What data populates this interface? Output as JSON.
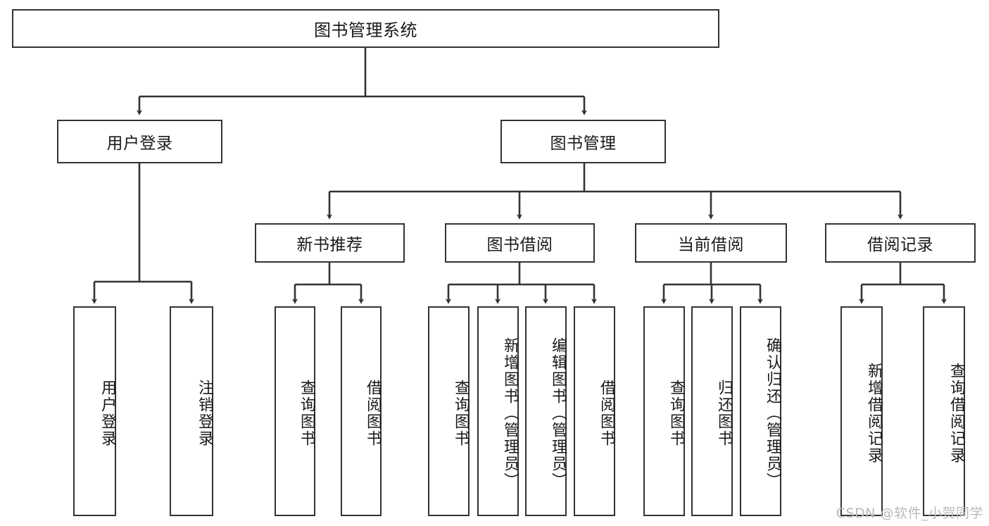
{
  "diagram": {
    "type": "tree",
    "title": "图书管理系统",
    "orientation": "top-down",
    "colors": {
      "box_border": "#333333",
      "box_fill": "#ffffff",
      "edge": "#333333",
      "text": "#1a1a1a",
      "watermark": "#b9b9b9"
    },
    "nodes": {
      "root": {
        "label": "图书管理系统"
      },
      "level2": [
        {
          "id": "user-login",
          "label": "用户登录"
        },
        {
          "id": "book-manage",
          "label": "图书管理"
        }
      ],
      "level3": [
        {
          "id": "new-book-recommend",
          "label": "新书推荐"
        },
        {
          "id": "book-borrow",
          "label": "图书借阅"
        },
        {
          "id": "current-borrow",
          "label": "当前借阅"
        },
        {
          "id": "borrow-record",
          "label": "借阅记录"
        }
      ],
      "leaves": {
        "user-login": [
          {
            "id": "user-login-leaf",
            "label": "用户登录"
          },
          {
            "id": "user-logout-leaf",
            "label": "注销登录"
          }
        ],
        "new-book-recommend": [
          {
            "id": "query-book-1",
            "label": "查询图书"
          },
          {
            "id": "borrow-book-1",
            "label": "借阅图书"
          }
        ],
        "book-borrow": [
          {
            "id": "query-book-2",
            "label": "查询图书"
          },
          {
            "id": "add-book",
            "label": "新增图书（管理员）"
          },
          {
            "id": "edit-book",
            "label": "编辑图书（管理员）"
          },
          {
            "id": "borrow-book-2",
            "label": "借阅图书"
          }
        ],
        "current-borrow": [
          {
            "id": "query-book-3",
            "label": "查询图书"
          },
          {
            "id": "return-book",
            "label": "归还图书"
          },
          {
            "id": "confirm-return",
            "label": "确认归还（管理员）"
          }
        ],
        "borrow-record": [
          {
            "id": "add-borrow-record",
            "label": "新增借阅记录"
          },
          {
            "id": "query-borrow-record",
            "label": "查询借阅记录"
          }
        ]
      }
    },
    "watermark": "CSDN @软件_小贺同学"
  }
}
